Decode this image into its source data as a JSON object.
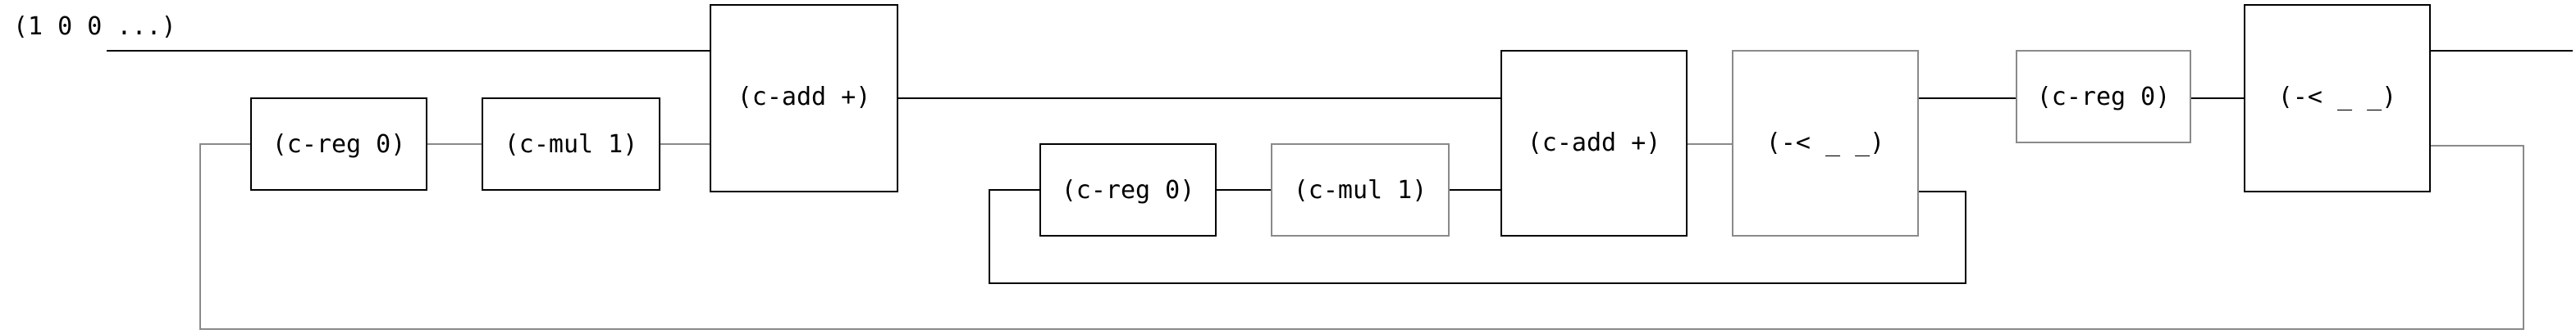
{
  "input_label": "(1 0 0 ...)",
  "nodes": {
    "reg_outer": "(c-reg 0)",
    "mul_outer": "(c-mul 1)",
    "add_outer": "(c-add +)",
    "reg_inner": "(c-reg 0)",
    "mul_inner": "(c-mul 1)",
    "add_inner": "(c-add +)",
    "split_inner": "(-< _ _)",
    "reg_final": "(c-reg 0)",
    "split_final": "(-< _ _)"
  }
}
